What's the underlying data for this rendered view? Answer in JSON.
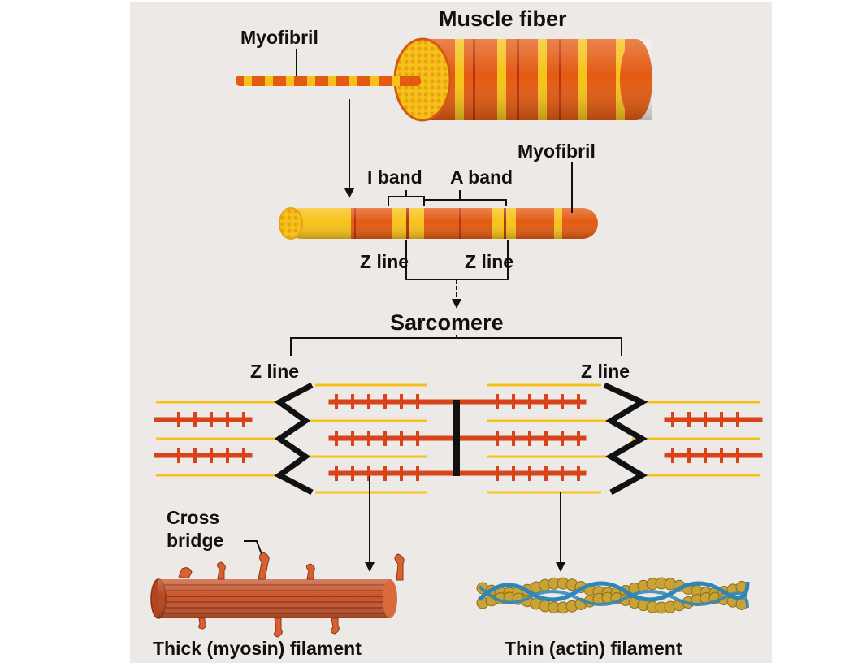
{
  "colors": {
    "panel": "#ede9e6",
    "orange": "#e35a12",
    "red_orange": "#d8431b",
    "yellow": "#f6c21a",
    "myosin": "#c8542a",
    "myosin_dark": "#8a3417",
    "actin_bead": "#c9a335",
    "actin_strand": "#2e86b8",
    "line": "#111111"
  },
  "labels": {
    "muscle_fiber": "Muscle fiber",
    "myofibril_top": "Myofibril",
    "myofibril_mid": "Myofibril",
    "i_band": "I band",
    "a_band": "A band",
    "z_line_left": "Z line",
    "z_line_right": "Z line",
    "sarcomere": "Sarcomere",
    "z_line_sarc_left": "Z line",
    "z_line_sarc_right": "Z line",
    "cross": "Cross",
    "bridge": "bridge",
    "thick_filament": "Thick (myosin) filament",
    "thin_filament": "Thin (actin) filament"
  }
}
